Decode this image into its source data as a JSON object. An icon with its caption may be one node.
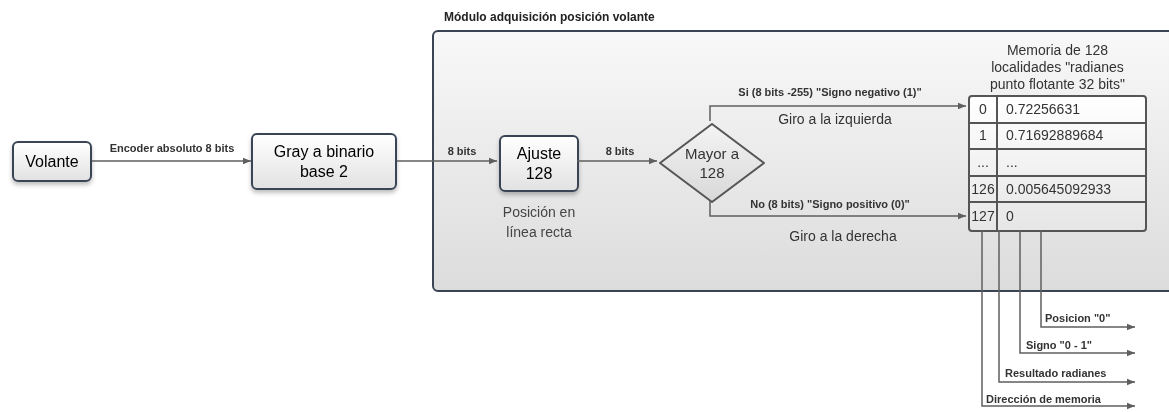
{
  "diagram": {
    "nodes": [
      {
        "text": [
          "Módulo adquisición posición volante"
        ]
      },
      {
        "text": [
          "Volante"
        ]
      },
      {
        "text": [
          "Gray a binario base 2"
        ]
      },
      {
        "text": [
          "Ajuste 128"
        ],
        "in": 0,
        "beside": [
          "Posición en línea recta"
        ]
      },
      {
        "text": [
          "Mayor a 128"
        ],
        "in": 0
      },
      {
        "text": [
          "Memoria de 128 localidades \"radianes punto flotante 32 bits\""
        ],
        "in": 0
      }
    ],
    "edges": [
      {
        "from": 1,
        "to": 2,
        "arrow": "to",
        "label": "Encoder absoluto 8 bits"
      },
      {
        "from": 2,
        "to": 3,
        "arrow": "to",
        "label": "8 bits"
      },
      {
        "from": 3,
        "to": 4,
        "arrow": "to",
        "label": "8 bits"
      },
      {
        "from": 4,
        "to": 5,
        "arrow": "to",
        "label": "Si (8 bits -255) \"Signo negativo (1)\""
      },
      {
        "from": 4,
        "to": 5,
        "arrow": "to",
        "label": "No (8 bits) \"Signo positivo (0)\""
      },
      {
        "from": 5,
        "to": null,
        "arrow": "to",
        "label": "Posicion \"0\""
      },
      {
        "from": 5,
        "to": null,
        "arrow": "to",
        "label": "Signo \"0 - 1\""
      },
      {
        "from": 5,
        "to": null,
        "arrow": "to",
        "label": "Resultado radianes"
      },
      {
        "from": 5,
        "to": null,
        "arrow": "to",
        "label": "Dirección de memoria"
      }
    ],
    "labels": [
      "Giro a la izquierda",
      "Giro a la derecha",
      "0",
      "0.72256631",
      "1",
      "0.71692889684",
      "...",
      "...",
      "126",
      "0.005645092933",
      "127",
      "0"
    ]
  }
}
